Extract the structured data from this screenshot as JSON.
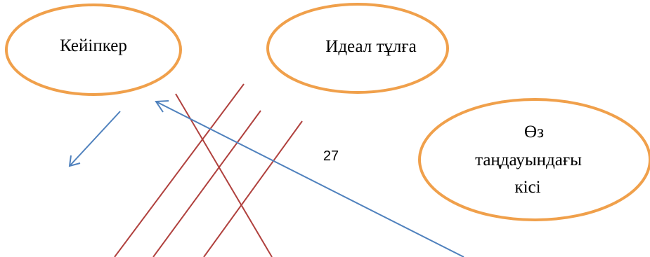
{
  "nodes": {
    "character": {
      "label": "Кейіпкер"
    },
    "ideal_person": {
      "label": "Идеал тұлға"
    },
    "chosen_person": {
      "label_lines": [
        "Өз",
        "таңдауындағы",
        "кісі"
      ]
    }
  },
  "page_number": "27",
  "colors": {
    "ellipse_stroke": "#f0a04b",
    "red_line": "#b0413e",
    "blue_arrow": "#4f81bd",
    "text": "#000000",
    "background": "#ffffff"
  }
}
